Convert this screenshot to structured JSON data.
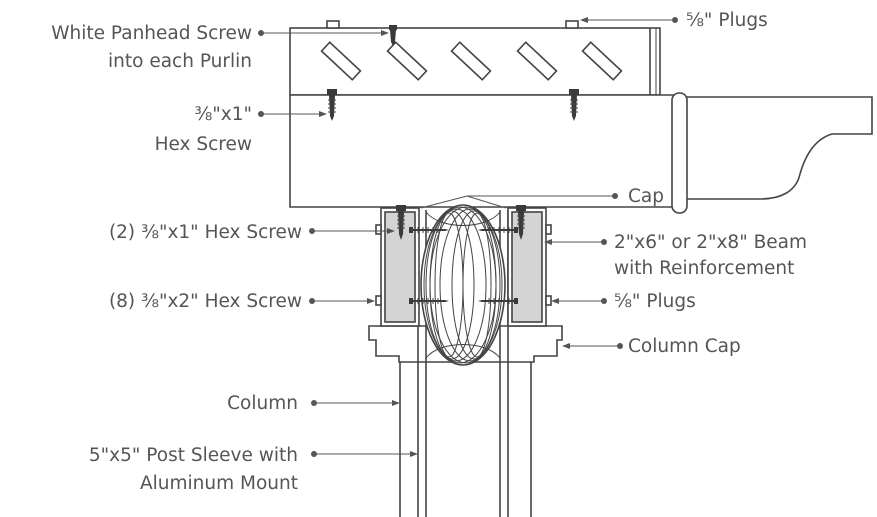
{
  "labels": {
    "white_panhead_1": "White Panhead Screw",
    "white_panhead_2": "into each Purlin",
    "plugs_top": "⅝\" Plugs",
    "hex_screw_1": "⅜\"x1\"",
    "hex_screw_2": "Hex Screw",
    "cap": "Cap",
    "hex_screw_2x": "(2) ⅜\"x1\" Hex Screw",
    "beam_1": "2\"x6\" or 2\"x8\" Beam",
    "beam_2": "with Reinforcement",
    "hex_screw_8x": "(8) ⅜\"x2\" Hex Screw",
    "plugs_mid": "⅝\" Plugs",
    "column_cap": "Column Cap",
    "column": "Column",
    "post_sleeve_1": "5\"x5\" Post Sleeve with",
    "post_sleeve_2": "Aluminum Mount"
  },
  "colors": {
    "line": "#444444",
    "text": "#555555",
    "beam_fill": "#d4d4d4",
    "background": "#ffffff"
  }
}
